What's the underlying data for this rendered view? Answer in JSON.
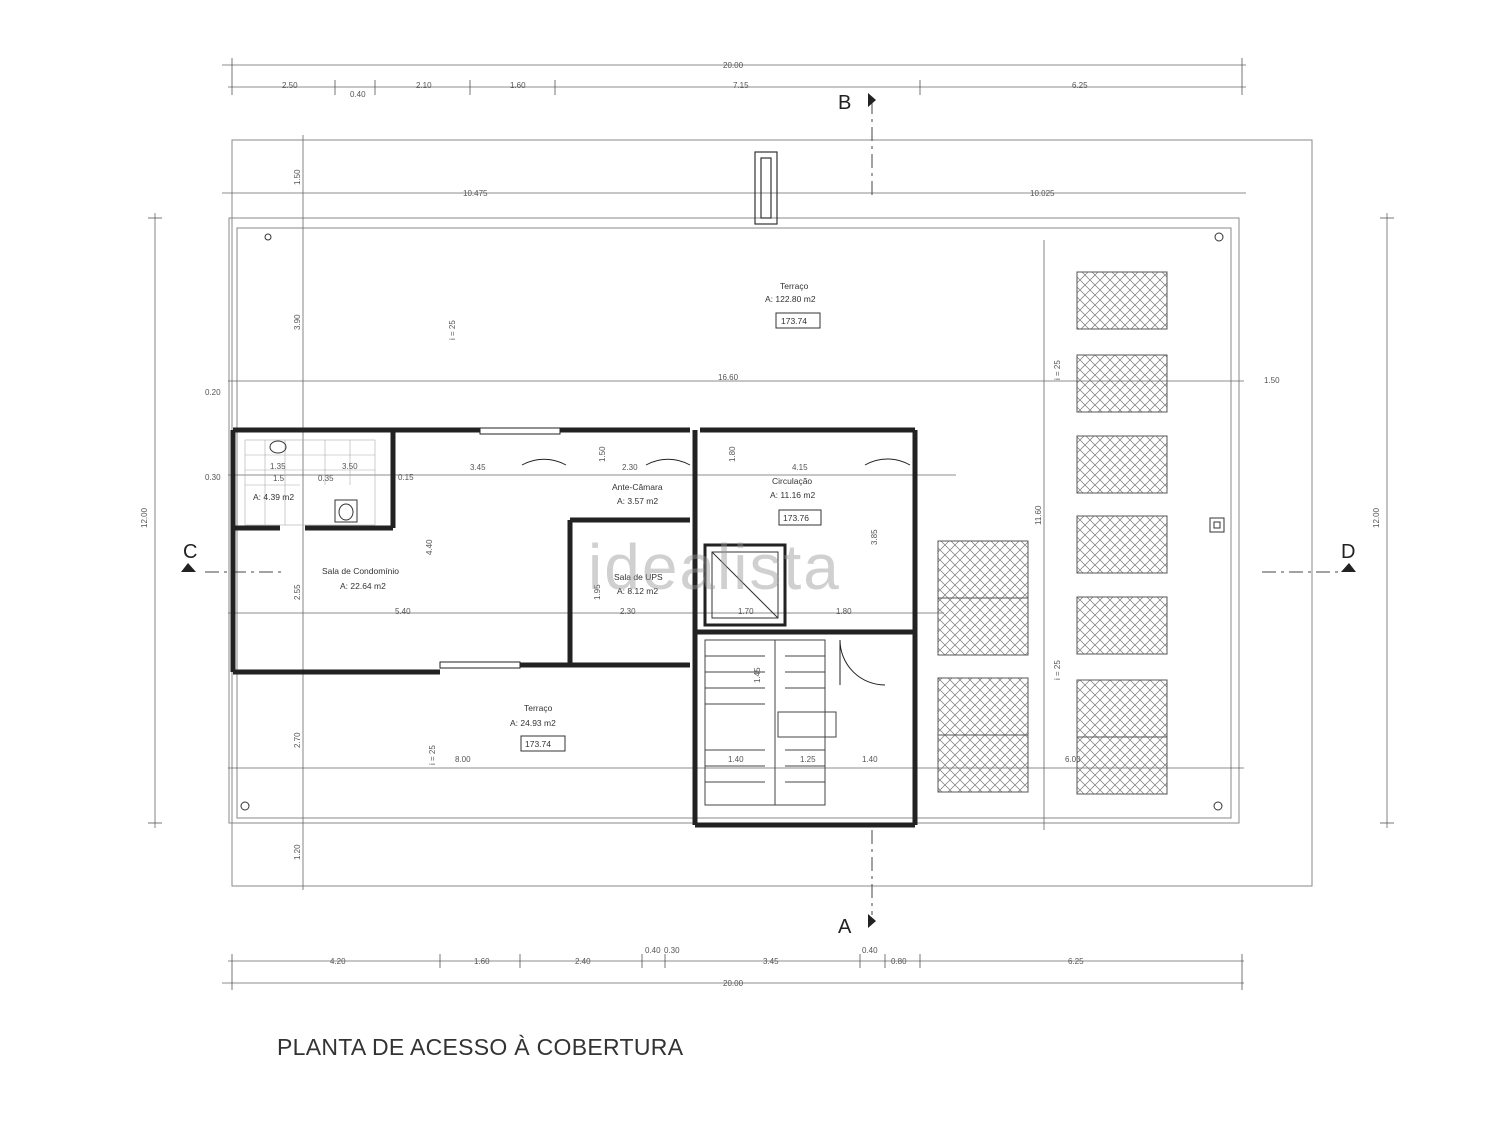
{
  "title": "PLANTA DE ACESSO À COBERTURA",
  "watermark": "idealista",
  "sections": {
    "a": "A",
    "b": "B",
    "c": "C",
    "d": "D"
  },
  "rooms": {
    "terraco_top": {
      "name": "Terraço",
      "area": "A: 122.80 m2",
      "elevation": "173.74"
    },
    "terraco_bottom": {
      "name": "Terraço",
      "area": "A: 24.93 m2",
      "elevation": "173.74"
    },
    "bathroom": {
      "area": "A: 4.39 m2"
    },
    "sala_condominio": {
      "name": "Sala de Condomínio",
      "area": "A: 22.64 m2"
    },
    "ante_camara": {
      "name": "Ante-Câmara",
      "area": "A: 3.57 m2"
    },
    "sala_ups": {
      "name": "Sala de UPS",
      "area": "A: 8.12 m2"
    },
    "circulacao": {
      "name": "Circulação",
      "area": "A: 11.16 m2",
      "elevation": "173.76"
    }
  },
  "dimensions": {
    "top_total": "20.00",
    "top_row": [
      "2.50",
      "0.40",
      "2.10",
      "1.60",
      "7.15",
      "6.25"
    ],
    "mid_row": [
      "10.475",
      "10.025"
    ],
    "inner_width": "16.60",
    "inner_right": "1.50",
    "bottom_row": [
      "4.20",
      "1.60",
      "2.40",
      "0.40",
      "0.30",
      "3.45",
      "0.40",
      "0.80",
      "6.25"
    ],
    "bottom_total": "20.00",
    "left_height": "12.00",
    "right_height": "12.00",
    "left_col": [
      "1.50",
      "3.90",
      "2.55",
      "2.70",
      "1.20"
    ],
    "room_row": [
      "1.35",
      "1.5",
      "0.35",
      "3.50",
      "3.45",
      "2.30",
      "4.15"
    ],
    "lower_row": [
      "5.40",
      "2.30",
      "1.70",
      "1.80"
    ],
    "misc": [
      "0.20",
      "0.30",
      "0.15",
      "4.40",
      "1.50",
      "1.80",
      "1.95",
      "3.85",
      "11.60",
      "8.00",
      "1.40",
      "1.25",
      "1.45",
      "6.00",
      "i = 25"
    ]
  }
}
